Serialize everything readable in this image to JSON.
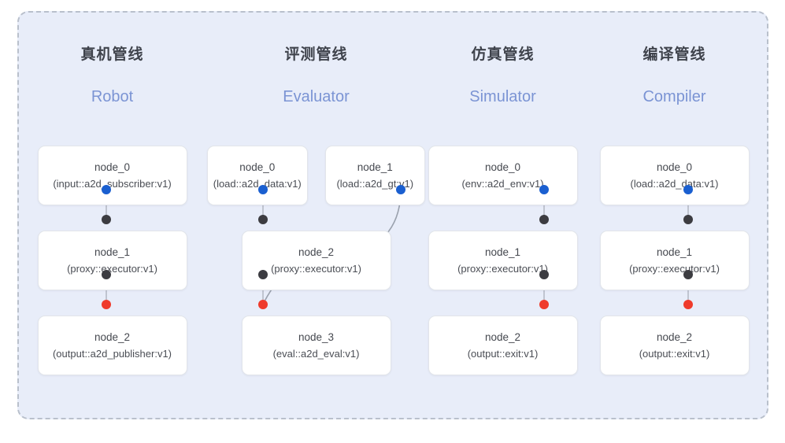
{
  "diagram": {
    "title_cn": "",
    "background": "#e8edf9",
    "border_color": "#b9c0cc",
    "accent_blue": "#7b94d4",
    "port_colors": {
      "output": "#1a5fd0",
      "neutral": "#3c3c41",
      "input": "#ef3b2c"
    }
  },
  "columns": [
    {
      "title": "真机管线",
      "subtitle": "Robot",
      "rows": [
        [
          {
            "name": "node_0",
            "type": "(input::a2d_subscriber:v1)"
          }
        ],
        [
          {
            "name": "node_1",
            "type": "(proxy::executor:v1)"
          }
        ],
        [
          {
            "name": "node_2",
            "type": "(output::a2d_publisher:v1)"
          }
        ]
      ]
    },
    {
      "title": "评测管线",
      "subtitle": "Evaluator",
      "rows": [
        [
          {
            "name": "node_0",
            "type": "(load::a2d_data:v1)"
          },
          {
            "name": "node_1",
            "type": "(load::a2d_gt:v1)"
          }
        ],
        [
          {
            "name": "node_2",
            "type": "(proxy::executor:v1)"
          }
        ],
        [
          {
            "name": "node_3",
            "type": "(eval::a2d_eval:v1)"
          }
        ]
      ]
    },
    {
      "title": "仿真管线",
      "subtitle": "Simulator",
      "rows": [
        [
          {
            "name": "node_0",
            "type": "(env::a2d_env:v1)"
          }
        ],
        [
          {
            "name": "node_1",
            "type": "(proxy::executor:v1)"
          }
        ],
        [
          {
            "name": "node_2",
            "type": "(output::exit:v1)"
          }
        ]
      ]
    },
    {
      "title": "编译管线",
      "subtitle": "Compiler",
      "rows": [
        [
          {
            "name": "node_0",
            "type": "(load::a2d_data:v1)"
          }
        ],
        [
          {
            "name": "node_1",
            "type": "(proxy::executor:v1)"
          }
        ],
        [
          {
            "name": "node_2",
            "type": "(output::exit:v1)"
          }
        ]
      ]
    }
  ]
}
